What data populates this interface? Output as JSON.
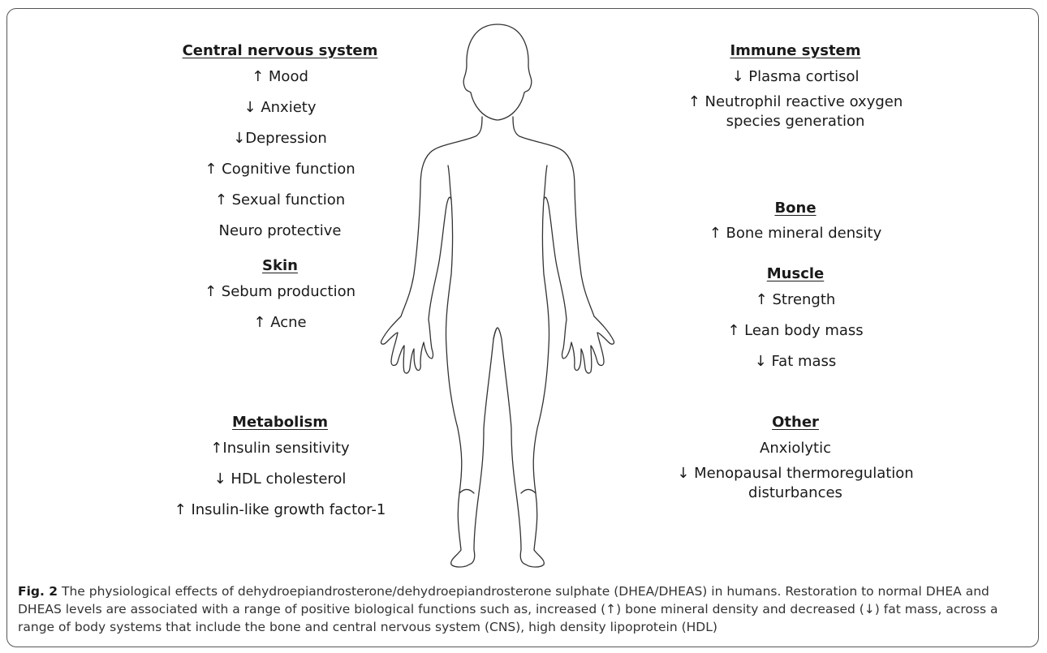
{
  "left": {
    "cns": {
      "heading": "Central nervous system",
      "items": [
        "↑ Mood",
        "↓ Anxiety",
        "↓Depression",
        "↑ Cognitive function",
        "↑ Sexual function",
        "Neuro protective"
      ]
    },
    "skin": {
      "heading": "Skin",
      "items": [
        "↑ Sebum production",
        "↑ Acne"
      ]
    },
    "metabolism": {
      "heading": "Metabolism",
      "items": [
        "↑Insulin sensitivity",
        "↓ HDL cholesterol",
        "↑ Insulin-like growth factor-1"
      ]
    }
  },
  "right": {
    "immune": {
      "heading": "Immune system",
      "items": [
        "↓ Plasma cortisol",
        "↑ Neutrophil reactive oxygen species generation"
      ]
    },
    "bone": {
      "heading": "Bone",
      "items": [
        "↑ Bone mineral density"
      ]
    },
    "muscle": {
      "heading": "Muscle",
      "items": [
        "↑ Strength",
        "↑ Lean body mass",
        "↓ Fat mass"
      ]
    },
    "other": {
      "heading": "Other",
      "items": [
        "Anxiolytic",
        "↓ Menopausal thermoregulation disturbances"
      ]
    }
  },
  "caption": {
    "label": "Fig. 2",
    "text": " The physiological effects of dehydroepiandrosterone/dehydroepiandrosterone sulphate (DHEA/DHEAS) in humans. Restoration to normal DHEA and DHEAS levels are associated with a range of positive biological functions such as, increased (↑) bone mineral density and decreased (↓) fat mass, across a range of body systems that include the bone and central nervous system (CNS), high density lipoprotein (HDL)"
  }
}
